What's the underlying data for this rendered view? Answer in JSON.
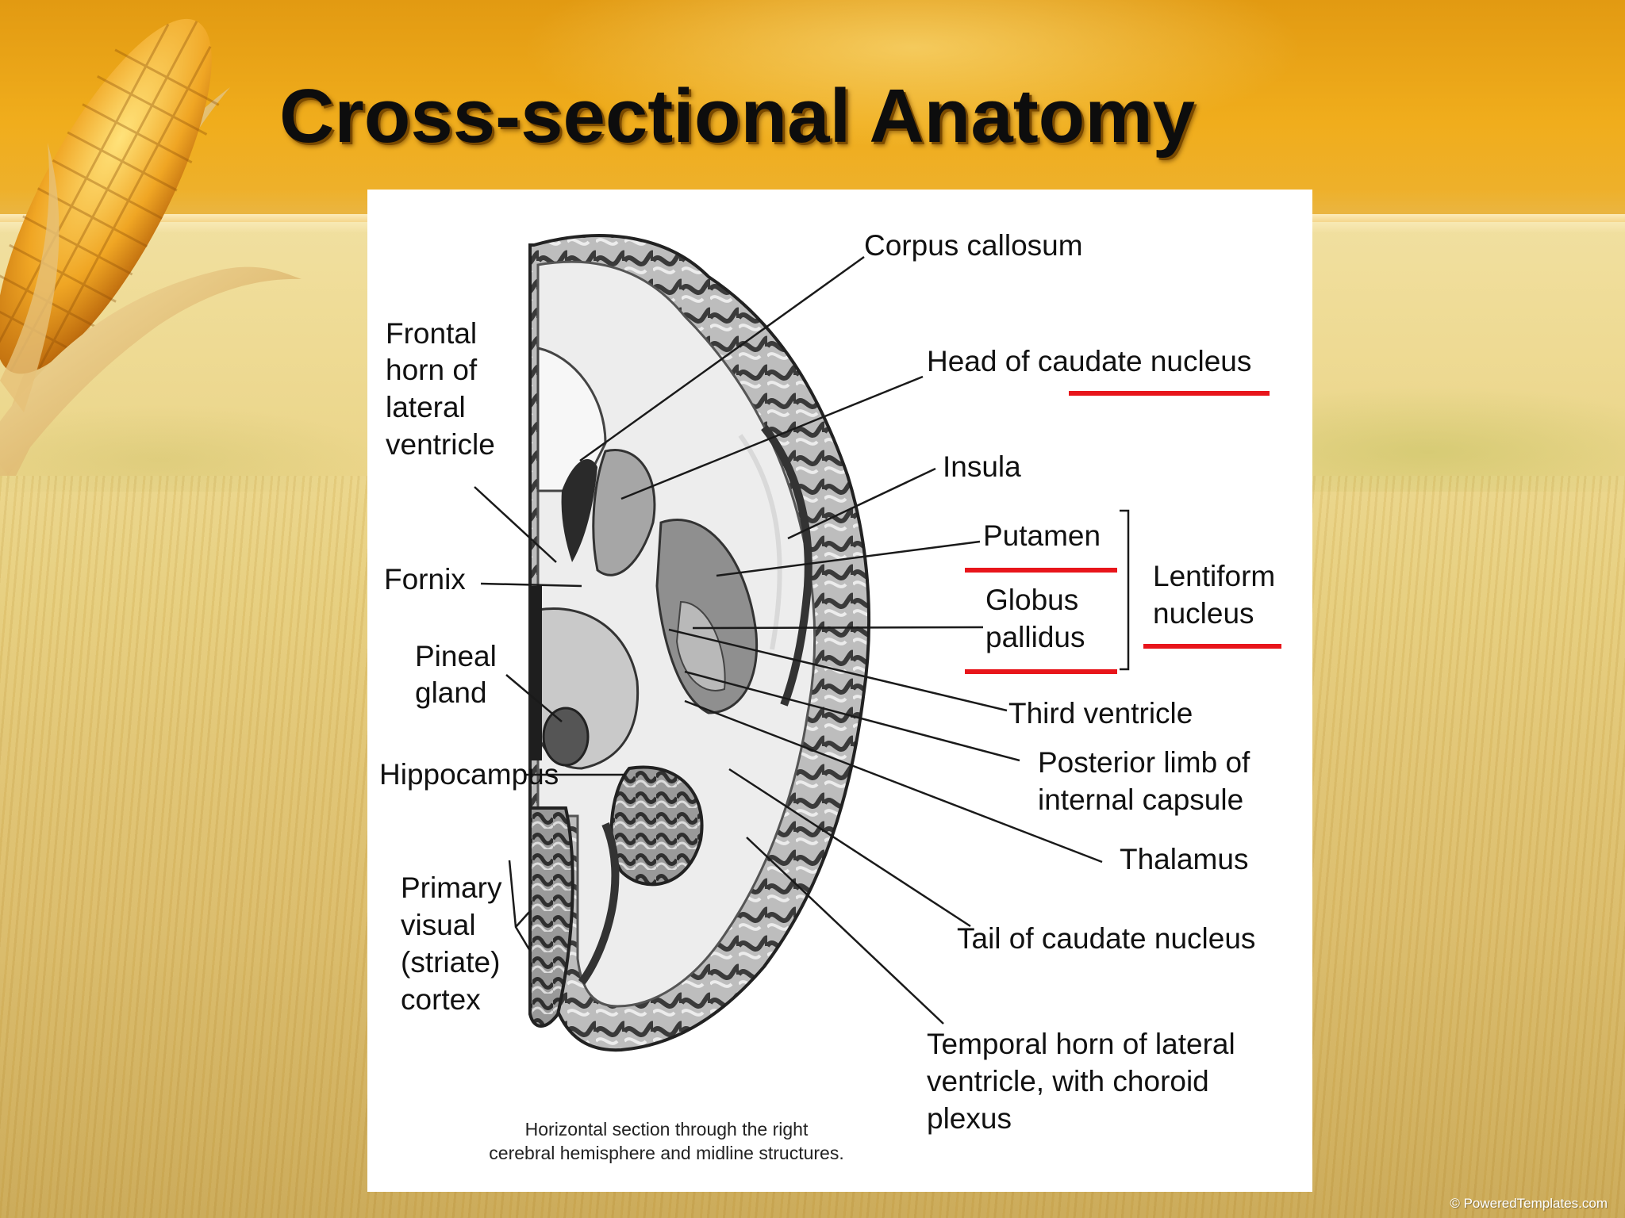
{
  "slide": {
    "title": "Cross-sectional Anatomy",
    "footer": "© PoweredTemplates.com"
  },
  "figure": {
    "caption_line1": "Horizontal section through the right",
    "caption_line2": "cerebral hemisphere and midline structures.",
    "labels": {
      "corpus_callosum": "Corpus callosum",
      "frontal_horn": [
        "Frontal",
        "horn of",
        "lateral",
        "ventricle"
      ],
      "head_of_caudate": "Head of caudate nucleus",
      "insula": "Insula",
      "putamen": "Putamen",
      "lentiform": [
        "Lentiform",
        "nucleus"
      ],
      "globus_pallidus": [
        "Globus",
        "pallidus"
      ],
      "fornix": "Fornix",
      "pineal": [
        "Pineal",
        "gland"
      ],
      "third_ventricle": "Third ventricle",
      "posterior_limb": [
        "Posterior limb of",
        "internal capsule"
      ],
      "hippocampus": "Hippocampus",
      "thalamus": "Thalamus",
      "primary_visual": [
        "Primary",
        "visual",
        "(striate)",
        "cortex"
      ],
      "tail_of_caudate": "Tail of caudate nucleus",
      "temporal_horn": [
        "Temporal horn of lateral",
        "ventricle, with choroid",
        "plexus"
      ]
    },
    "underline_color": "#e8151b"
  }
}
